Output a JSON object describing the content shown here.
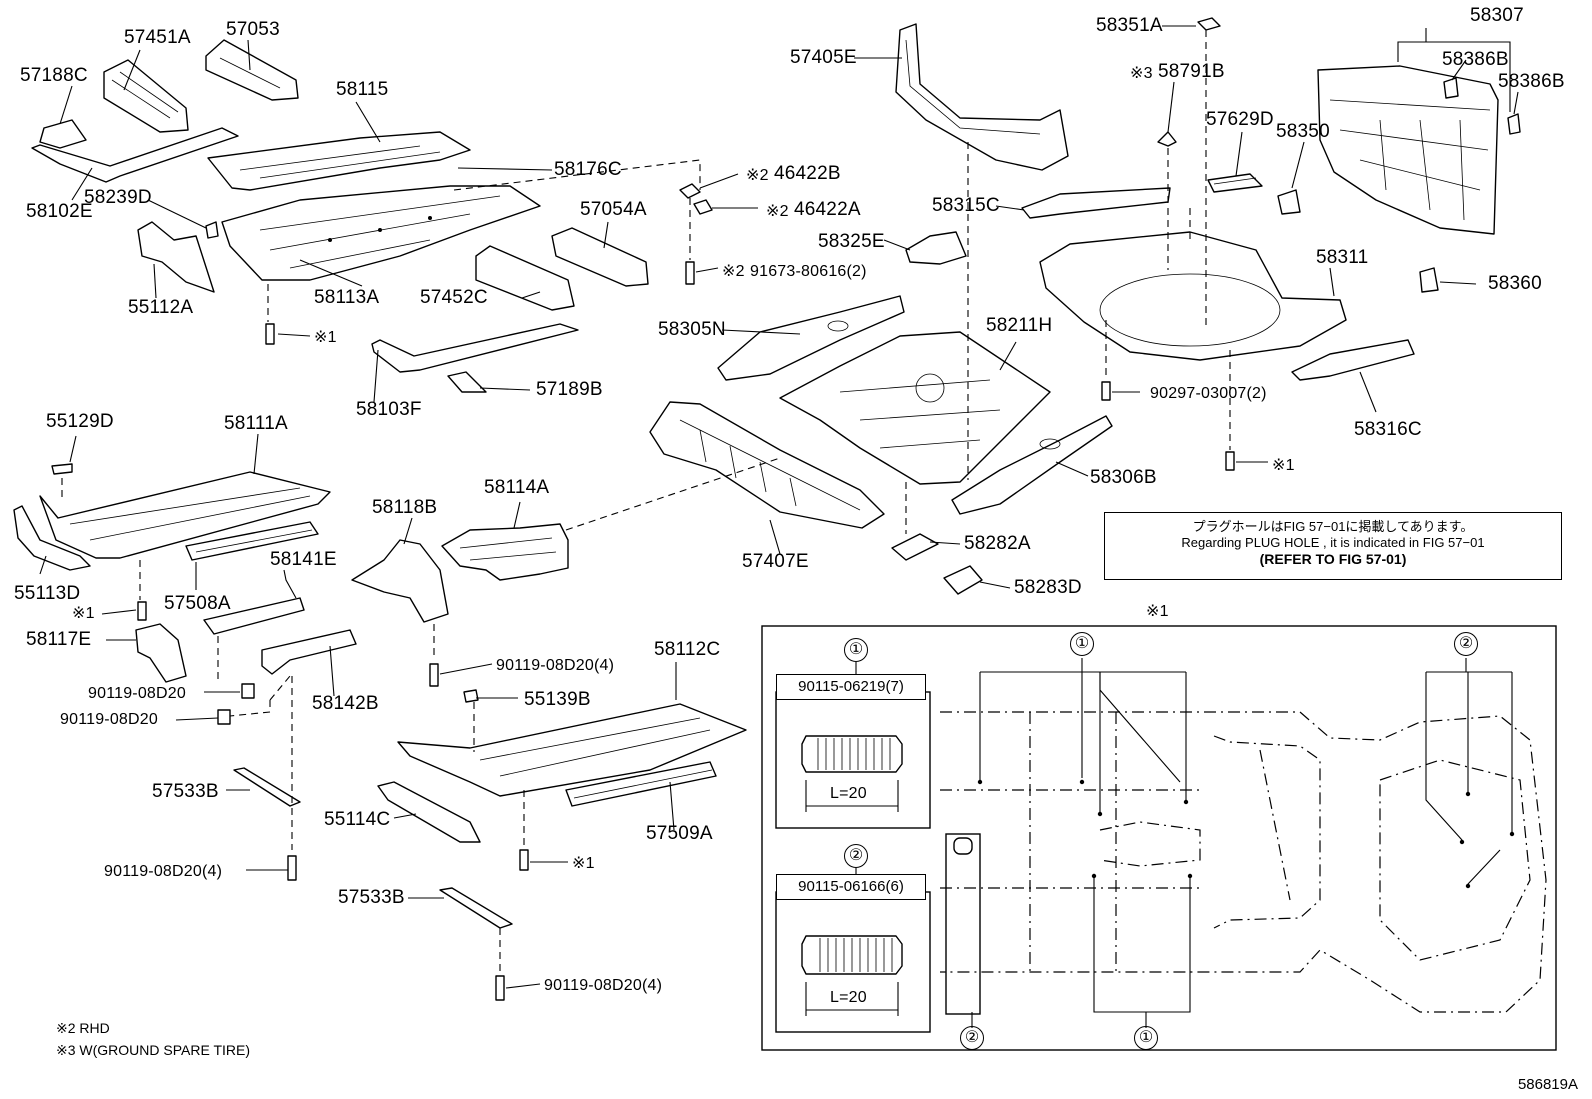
{
  "parts": {
    "p57451A": "57451A",
    "p57053": "57053",
    "p57188C": "57188C",
    "p58115": "58115",
    "p58102E": "58102E",
    "p58239D": "58239D",
    "p58176C": "58176C",
    "p55112A": "55112A",
    "p58113A": "58113A",
    "p57054A": "57054A",
    "p57452C": "57452C",
    "p58103F": "58103F",
    "p57189B": "57189B",
    "p57405E": "57405E",
    "p58351A": "58351A",
    "p58791B": "58791B",
    "p57629D": "57629D",
    "p58350": "58350",
    "p58307": "58307",
    "p58386B_1": "58386B",
    "p58386B_2": "58386B",
    "p58315C": "58315C",
    "p58325E": "58325E",
    "p58311": "58311",
    "p58360": "58360",
    "p58305N": "58305N",
    "p58211H": "58211H",
    "p58316C": "58316C",
    "p58306B": "58306B",
    "p55129D": "55129D",
    "p58111A": "58111A",
    "p55113D": "55113D",
    "p58118B": "58118B",
    "p58114A": "58114A",
    "p58141E": "58141E",
    "p57508A": "57508A",
    "p58117E": "58117E",
    "p57407E": "57407E",
    "p58282A": "58282A",
    "p58283D": "58283D",
    "p58142B": "58142B",
    "p58112C": "58112C",
    "p55139B": "55139B",
    "p57533B_1": "57533B",
    "p57533B_2": "57533B",
    "p55114C": "55114C",
    "p57509A": "57509A"
  },
  "fasteners": {
    "f46422B": "46422B",
    "f46422A": "46422A",
    "f91673": "91673-80616(2)",
    "f90297": "90297-03007(2)",
    "f90119_4a": "90119-08D20(4)",
    "f90119_a": "90119-08D20",
    "f90119_b": "90119-08D20",
    "f90119_4b": "90119-08D20(4)",
    "f90119_4c": "90119-08D20(4)"
  },
  "marks": {
    "ref1": "※1",
    "ref2": "※2",
    "ref3": "※3",
    "circle1": "①",
    "circle2": "②"
  },
  "note": {
    "jp": "プラグホールはFIG 57−01に掲載してあります。",
    "en1": "Regarding PLUG HOLE , it is indicated in FIG 57−01",
    "en2": "(REFER TO FIG 57-01)"
  },
  "detail": {
    "title": "※1",
    "bolt1_code": "90115-06219(7)",
    "bolt2_code": "90115-06166(6)",
    "length": "L=20"
  },
  "footnotes": {
    "rhd": "※2 RHD",
    "ground": "※3 W(GROUND SPARE TIRE)"
  },
  "figure_id": "586819A"
}
